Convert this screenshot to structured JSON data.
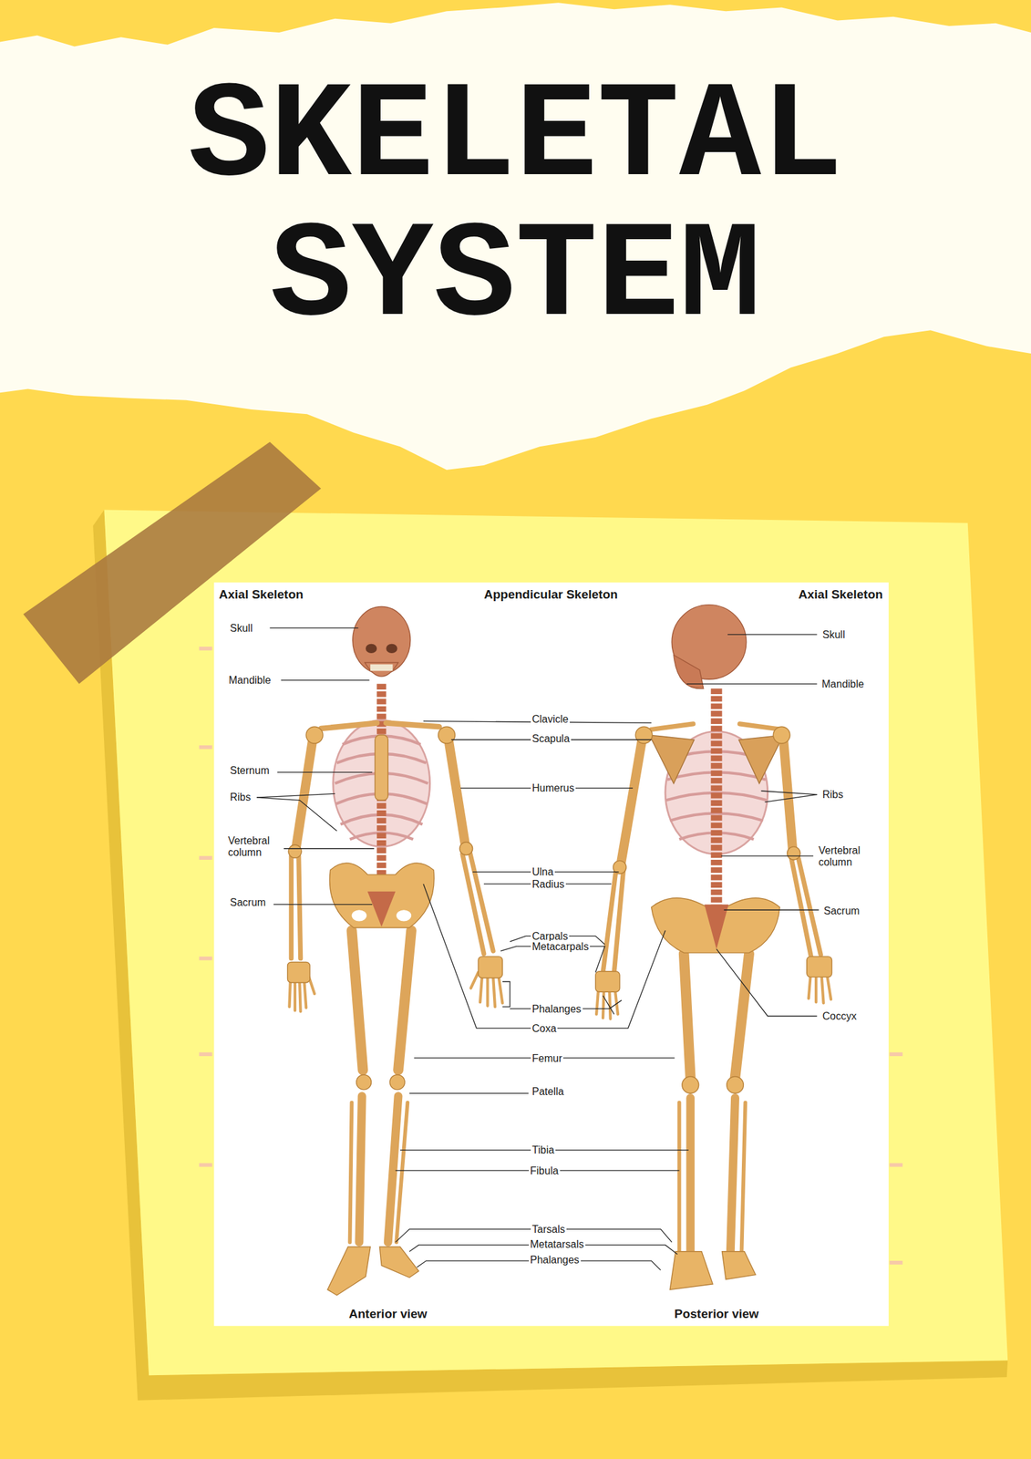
{
  "diagram": {
    "title": "SKELETAL SYSTEM",
    "labels": [
      "Axial Skeleton",
      "Appendicular Skeleton",
      "Axial Skeleton",
      "Skull",
      "Mandible",
      "Sternum",
      "Ribs",
      "Vertebral column",
      "Sacrum",
      "Clavicle",
      "Scapula",
      "Humerus",
      "Ulna",
      "Radius",
      "Carpals",
      "Metacarpals",
      "Phalanges",
      "Coxa",
      "Femur",
      "Patella",
      "Tibia",
      "Fibula",
      "Tarsals",
      "Metatarsals",
      "Phalanges",
      "Skull",
      "Mandible",
      "Ribs",
      "Vertebral column",
      "Sacrum",
      "Coccyx",
      "Anterior view",
      "Posterior view"
    ]
  }
}
